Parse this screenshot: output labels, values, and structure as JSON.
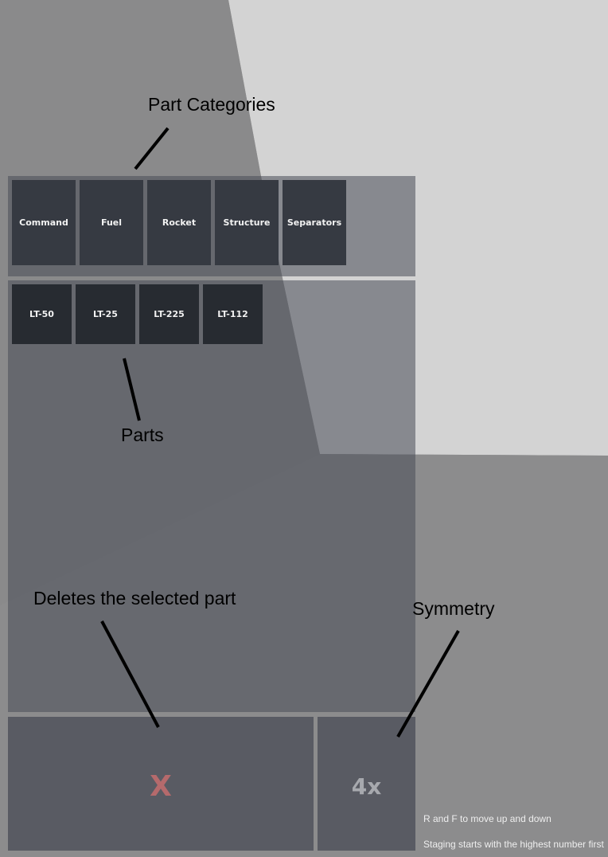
{
  "categories": {
    "items": [
      {
        "label": "Command"
      },
      {
        "label": "Fuel"
      },
      {
        "label": "Rocket"
      },
      {
        "label": "Structure"
      },
      {
        "label": "Separators"
      }
    ]
  },
  "parts": {
    "items": [
      {
        "label": "LT-50"
      },
      {
        "label": "LT-25"
      },
      {
        "label": "LT-225"
      },
      {
        "label": "LT-112"
      }
    ]
  },
  "actions": {
    "delete_label": "X",
    "symmetry_label": "4x"
  },
  "annotations": {
    "part_categories": "Part Categories",
    "parts": "Parts",
    "delete": "Deletes the selected part",
    "symmetry": "Symmetry"
  },
  "hints": {
    "move": "R and F to move up and down",
    "staging": "Staging starts with the highest number first"
  },
  "colors": {
    "background_light": "#d2d2d2",
    "background_mid": "#8f8f90",
    "panel": "#4a4e58",
    "category_button": "#363a42",
    "part_button": "#272b31",
    "delete_x": "#b56a6c",
    "symmetry_text": "#a7a9ae"
  }
}
